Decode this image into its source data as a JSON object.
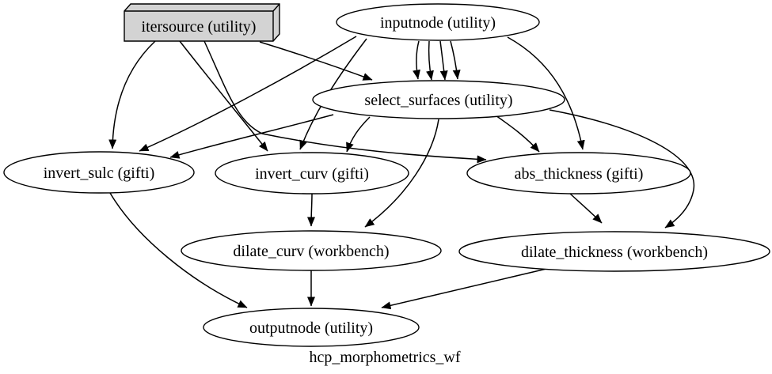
{
  "graph": {
    "title": "hcp_morphometrics_wf",
    "background_color": "#ffffff",
    "stroke_color": "#000000",
    "nodes": {
      "itersource": {
        "label": "itersource (utility)",
        "shape": "box3d",
        "fill": "#d3d3d3"
      },
      "inputnode": {
        "label": "inputnode (utility)",
        "shape": "ellipse",
        "fill": "#ffffff"
      },
      "select_surfaces": {
        "label": "select_surfaces (utility)",
        "shape": "ellipse",
        "fill": "#ffffff"
      },
      "invert_sulc": {
        "label": "invert_sulc (gifti)",
        "shape": "ellipse",
        "fill": "#ffffff"
      },
      "invert_curv": {
        "label": "invert_curv (gifti)",
        "shape": "ellipse",
        "fill": "#ffffff"
      },
      "abs_thickness": {
        "label": "abs_thickness (gifti)",
        "shape": "ellipse",
        "fill": "#ffffff"
      },
      "dilate_curv": {
        "label": "dilate_curv (workbench)",
        "shape": "ellipse",
        "fill": "#ffffff"
      },
      "dilate_thickness": {
        "label": "dilate_thickness (workbench)",
        "shape": "ellipse",
        "fill": "#ffffff"
      },
      "outputnode": {
        "label": "outputnode (utility)",
        "shape": "ellipse",
        "fill": "#ffffff"
      }
    },
    "edges": [
      {
        "from": "itersource",
        "to": "select_surfaces",
        "lines": 1
      },
      {
        "from": "itersource",
        "to": "invert_sulc",
        "lines": 1
      },
      {
        "from": "itersource",
        "to": "invert_curv",
        "lines": 1
      },
      {
        "from": "itersource",
        "to": "abs_thickness",
        "lines": 1
      },
      {
        "from": "inputnode",
        "to": "select_surfaces",
        "lines": 4
      },
      {
        "from": "inputnode",
        "to": "invert_sulc",
        "lines": 1
      },
      {
        "from": "inputnode",
        "to": "invert_curv",
        "lines": 1
      },
      {
        "from": "inputnode",
        "to": "abs_thickness",
        "lines": 1
      },
      {
        "from": "select_surfaces",
        "to": "invert_sulc",
        "lines": 1
      },
      {
        "from": "select_surfaces",
        "to": "invert_curv",
        "lines": 1
      },
      {
        "from": "select_surfaces",
        "to": "abs_thickness",
        "lines": 1
      },
      {
        "from": "select_surfaces",
        "to": "dilate_curv",
        "lines": 1
      },
      {
        "from": "select_surfaces",
        "to": "dilate_thickness",
        "lines": 1
      },
      {
        "from": "invert_curv",
        "to": "dilate_curv",
        "lines": 1
      },
      {
        "from": "abs_thickness",
        "to": "dilate_thickness",
        "lines": 1
      },
      {
        "from": "invert_sulc",
        "to": "outputnode",
        "lines": 1
      },
      {
        "from": "dilate_curv",
        "to": "outputnode",
        "lines": 1
      },
      {
        "from": "dilate_thickness",
        "to": "outputnode",
        "lines": 1
      }
    ]
  }
}
